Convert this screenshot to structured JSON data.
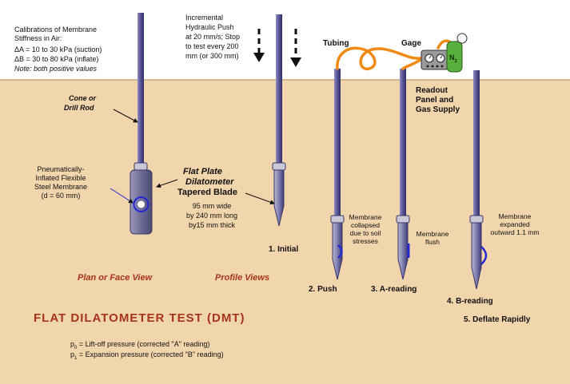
{
  "colors": {
    "sky": "#ffffff",
    "soil": "#f1d5ac",
    "rod": "#5d5a9a",
    "rod_dark": "#2e2c66",
    "ring": "#c9c8d6",
    "membrane": "#2427cf",
    "tubing": "#f08a14",
    "gas_bottle": "#57b03c",
    "title": "#a8341c"
  },
  "calibration": {
    "heading_1": "Calibrations of Membrane",
    "heading_2": "Stiffness in Air:",
    "line_a": "ΔA = 10 to 30 kPa (suction)",
    "line_b": "ΔB = 30 to 80 kPa (inflate)",
    "note": "Note: both positive values"
  },
  "push_note": {
    "line1": "Incremental",
    "line2": "Hydraulic Push",
    "line3": "at 20 mm/s; Stop",
    "line4": "to test every 200",
    "line5": "mm (or 300 mm)"
  },
  "labels": {
    "tubing": "Tubing",
    "gage": "Gage",
    "gas_symbol": "N",
    "gas_subscript": "2",
    "readout_1": "Readout",
    "readout_2": "Panel and",
    "readout_3": "Gas Supply",
    "cone_1": "Cone or",
    "cone_2": "Drill Rod",
    "membrane_desc_1": "Pneumatically-",
    "membrane_desc_2": "Inflated Flexible",
    "membrane_desc_3": "Steel Membrane",
    "membrane_desc_4": "(d = 60 mm)",
    "flat_plate_1": "Flat Plate",
    "flat_plate_2": "Dilatometer",
    "tapered_blade": "Tapered Blade",
    "dims_1": "95 mm wide",
    "dims_2": "by 240 mm long",
    "dims_3": "by15 mm thick",
    "collapsed_1": "Membrane",
    "collapsed_2": "collapsed",
    "collapsed_3": "due to soil",
    "collapsed_4": "stresses",
    "flush_1": "Membrane",
    "flush_2": "flush",
    "expanded_1": "Membrane",
    "expanded_2": "expanded",
    "expanded_3": "outward 1.1 mm",
    "plan_view": "Plan or Face View",
    "profile_views": "Profile Views"
  },
  "steps": {
    "initial": "1.  Initial",
    "push": "2.  Push",
    "a_reading": "3.  A-reading",
    "b_reading": "4.  B-reading",
    "deflate": "5.  Deflate Rapidly"
  },
  "title": "FLAT DILATOMETER TEST (DMT)",
  "legend": {
    "p0_symbol": "p",
    "p0_sub": "0",
    "p0_text": " = Lift-off pressure (corrected \"A\" reading)",
    "p1_symbol": "p",
    "p1_sub": "1",
    "p1_text": " = Expansion pressure (corrected \"B\" reading)"
  }
}
